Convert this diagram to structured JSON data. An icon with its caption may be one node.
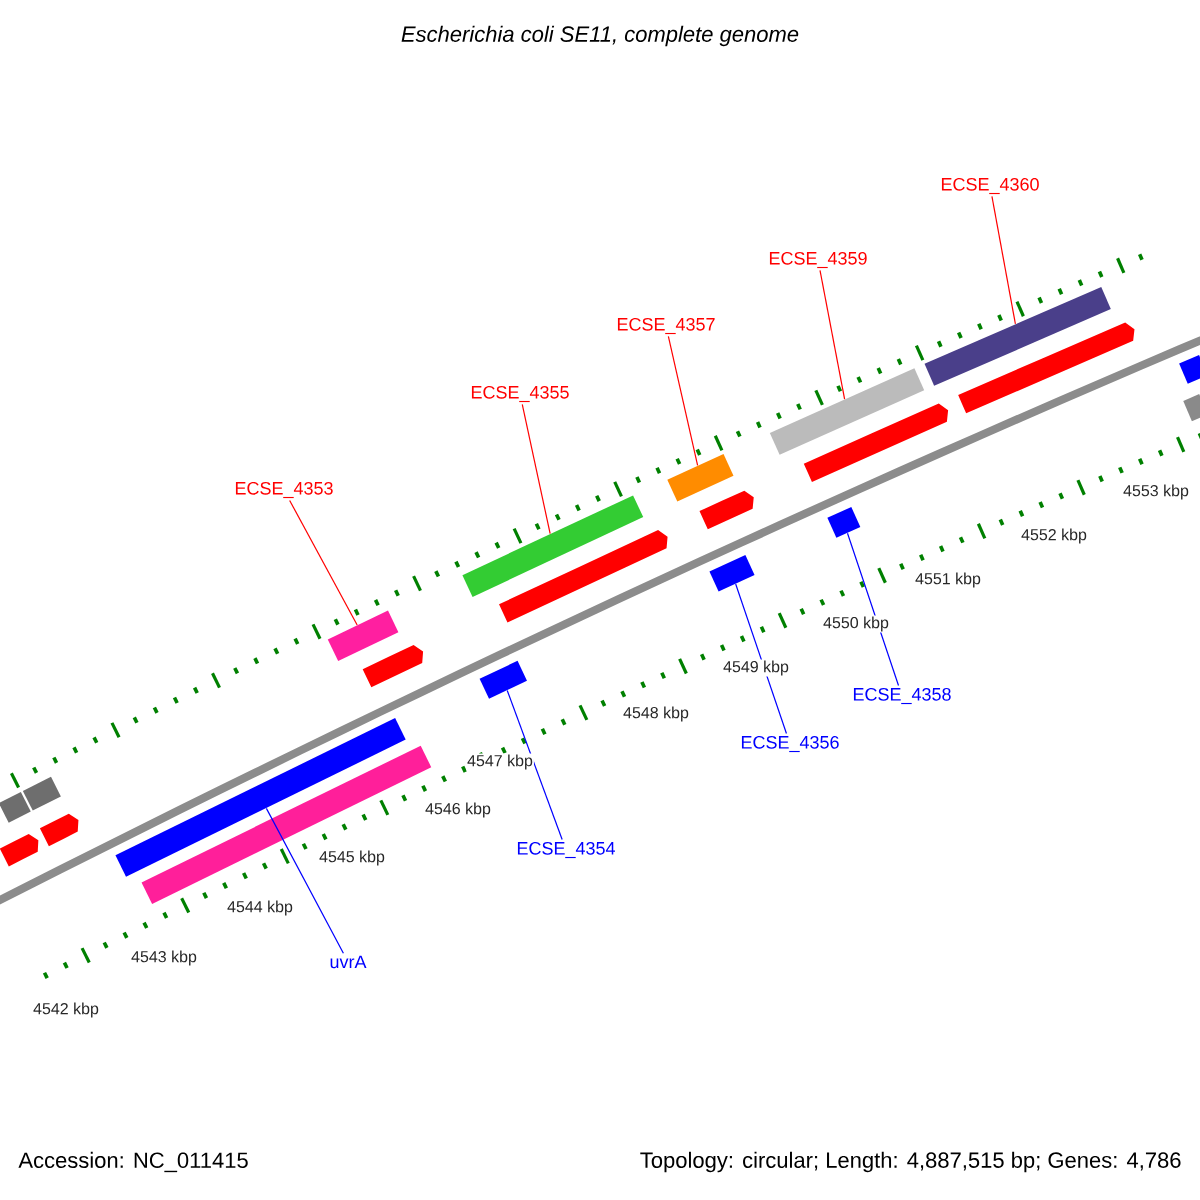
{
  "diagram": {
    "title": "Escherichia coli SE11, complete genome",
    "nodes": [
      {
        "text": [
          "ECSE_4360"
        ]
      },
      {
        "text": [
          "ECSE_4359"
        ]
      },
      {
        "text": [
          "ECSE_4357"
        ]
      },
      {
        "text": [
          "ECSE_4355"
        ]
      },
      {
        "text": [
          "ECSE_4353"
        ]
      },
      {
        "text": [
          "ECSE_4358"
        ]
      },
      {
        "text": [
          "ECSE_4356"
        ]
      },
      {
        "text": [
          "ECSE_4354"
        ]
      },
      {
        "text": [
          "uvrA"
        ]
      },
      {
        "text": [],
        "shape": "bar"
      },
      {
        "text": [],
        "shape": "pentagon"
      },
      {
        "text": [],
        "shape": "bar"
      },
      {
        "text": [],
        "shape": "pentagon"
      },
      {
        "text": [],
        "shape": "bar"
      },
      {
        "text": [],
        "shape": "bar"
      },
      {
        "text": [],
        "shape": "bar"
      },
      {
        "text": [],
        "shape": "pentagon"
      },
      {
        "text": [],
        "shape": "bar"
      },
      {
        "text": [],
        "shape": "bar"
      },
      {
        "text": [],
        "shape": "pentagon"
      },
      {
        "text": [],
        "shape": "bar"
      },
      {
        "text": [],
        "shape": "bar"
      },
      {
        "text": [],
        "shape": "pentagon"
      },
      {
        "text": [],
        "shape": "bar"
      },
      {
        "text": [],
        "shape": "bar"
      },
      {
        "text": [],
        "shape": "pentagon"
      },
      {
        "text": [],
        "shape": "bar"
      },
      {
        "text": [],
        "shape": "pentagon"
      },
      {
        "text": [],
        "shape": "bar"
      },
      {
        "text": [],
        "shape": "bar"
      }
    ],
    "edges": [
      {
        "from": 0,
        "to": 26,
        "arrow": "none"
      },
      {
        "from": 1,
        "to": 24,
        "arrow": "none"
      },
      {
        "from": 2,
        "to": 21,
        "arrow": "none"
      },
      {
        "from": 3,
        "to": 18,
        "arrow": "none"
      },
      {
        "from": 4,
        "to": 15,
        "arrow": "none"
      },
      {
        "from": 5,
        "to": 23,
        "arrow": "none",
        "color": "#0000ff"
      },
      {
        "from": 6,
        "to": 20,
        "arrow": "none",
        "color": "#0000ff"
      },
      {
        "from": 7,
        "to": 17,
        "arrow": "none",
        "color": "#0000ff"
      },
      {
        "from": 8,
        "to": 13,
        "arrow": "none",
        "color": "#0000ff"
      }
    ],
    "labels": [
      "4553 kbp",
      "4552 kbp",
      "4551 kbp",
      "4550 kbp",
      "4549 kbp",
      "4548 kbp",
      "4547 kbp",
      "4546 kbp",
      "4545 kbp",
      "4544 kbp",
      "4543 kbp",
      "4542 kbp",
      "Accession: NC_011415",
      "Topology: circular; Length: 4,887,515 bp; Genes: 4,786"
    ]
  }
}
